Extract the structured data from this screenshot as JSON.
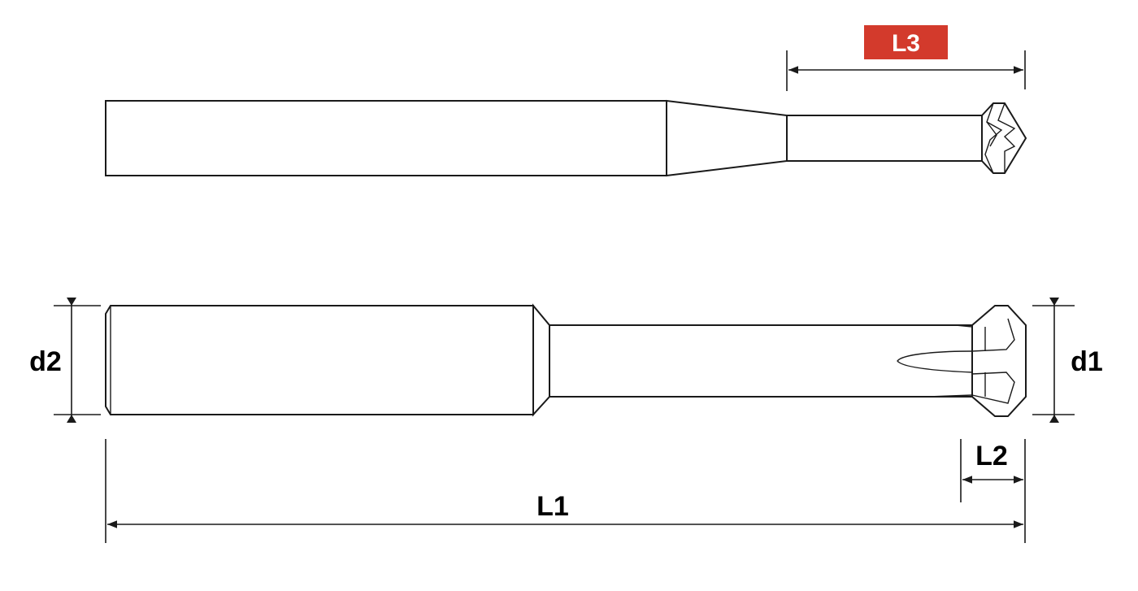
{
  "labels": {
    "l3": "L3",
    "l1": "L1",
    "l2": "L2",
    "d1": "d1",
    "d2": "d2"
  },
  "colors": {
    "badge": "#d33a2c",
    "line": "#1a1a1a"
  }
}
